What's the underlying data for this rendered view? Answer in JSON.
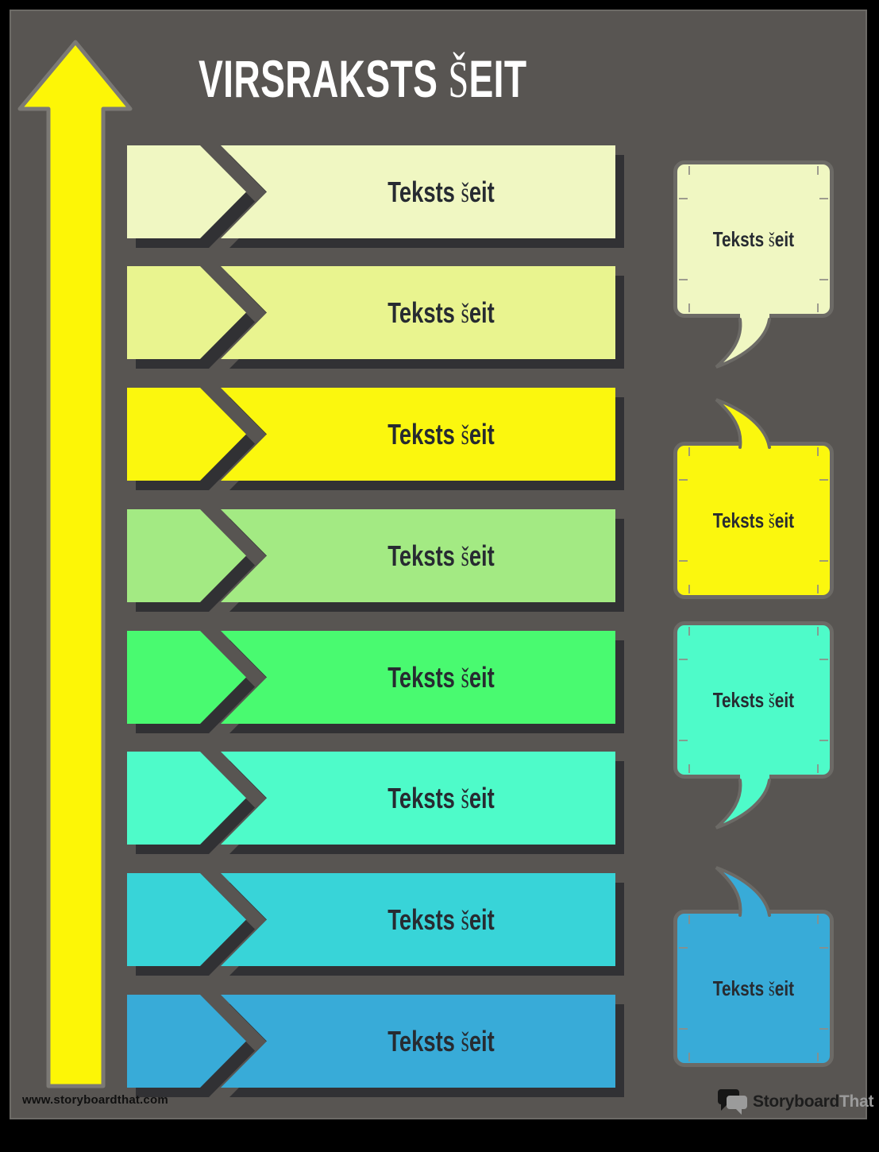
{
  "colors": {
    "outer_background": "#000000",
    "panel_background": "#585552",
    "panel_border": "#6c6a66",
    "shadow": "#313134",
    "bar_text": "#272b31",
    "title_text": "#ffffff",
    "arrow_fill": "#fdf606",
    "arrow_outline": "#7b7975",
    "bubble_outline": "#6c6a66"
  },
  "title": {
    "pre": "VIRSRAKSTS ",
    "caron": "Š",
    "post": "EIT"
  },
  "arrow": {
    "description": "large yellow vertical arrow pointing up"
  },
  "bars": [
    {
      "color": "#f0f7c2",
      "label": {
        "pre": "Teksts ",
        "caron": "š",
        "post": "eit"
      }
    },
    {
      "color": "#e9f48f",
      "label": {
        "pre": "Teksts ",
        "caron": "š",
        "post": "eit"
      }
    },
    {
      "color": "#fbf70e",
      "label": {
        "pre": "Teksts ",
        "caron": "š",
        "post": "eit"
      }
    },
    {
      "color": "#a3ea83",
      "label": {
        "pre": "Teksts ",
        "caron": "š",
        "post": "eit"
      }
    },
    {
      "color": "#49fa70",
      "label": {
        "pre": "Teksts ",
        "caron": "š",
        "post": "eit"
      }
    },
    {
      "color": "#4efbc9",
      "label": {
        "pre": "Teksts ",
        "caron": "š",
        "post": "eit"
      }
    },
    {
      "color": "#38d4d8",
      "label": {
        "pre": "Teksts ",
        "caron": "š",
        "post": "eit"
      }
    },
    {
      "color": "#38abd8",
      "label": {
        "pre": "Teksts ",
        "caron": "š",
        "post": "eit"
      }
    }
  ],
  "bubbles": [
    {
      "color": "#f0f7c2",
      "tail": "down",
      "label": {
        "pre": "Teksts ",
        "caron": "š",
        "post": "eit"
      }
    },
    {
      "color": "#fbf70e",
      "tail": "up",
      "label": {
        "pre": "Teksts ",
        "caron": "š",
        "post": "eit"
      }
    },
    {
      "color": "#4efbc9",
      "tail": "down",
      "label": {
        "pre": "Teksts ",
        "caron": "š",
        "post": "eit"
      }
    },
    {
      "color": "#38abd8",
      "tail": "up",
      "label": {
        "pre": "Teksts ",
        "caron": "š",
        "post": "eit"
      }
    }
  ],
  "footer": {
    "url": "www.storyboardthat.com",
    "brand": {
      "part1": "Storyboard",
      "part2": "That"
    }
  }
}
